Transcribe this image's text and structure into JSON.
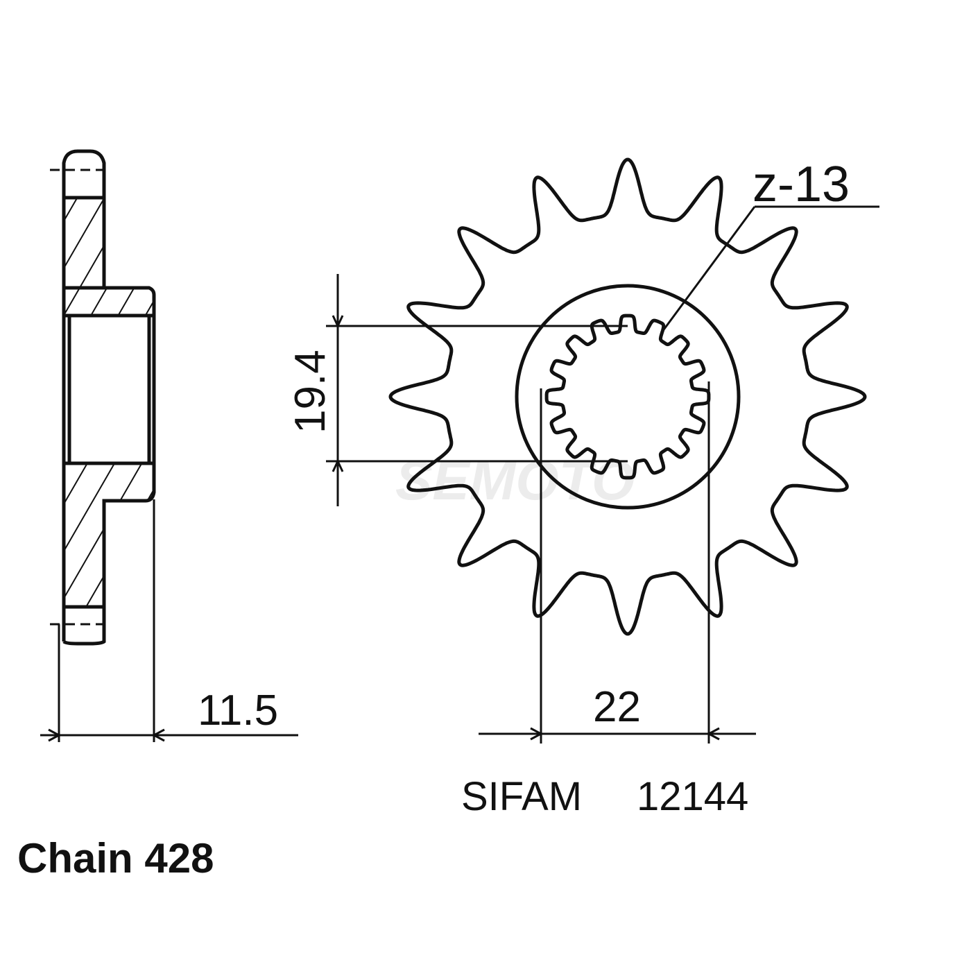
{
  "labels": {
    "teeth": "z-13",
    "dim_bore": "19.4",
    "dim_spline": "22",
    "dim_width": "11.5",
    "brand": "SIFAM",
    "part_number": "12144",
    "chain": "Chain 428"
  },
  "watermark": "SEMOTO",
  "colors": {
    "line": "#111111",
    "watermark": "#e8e8e8"
  }
}
